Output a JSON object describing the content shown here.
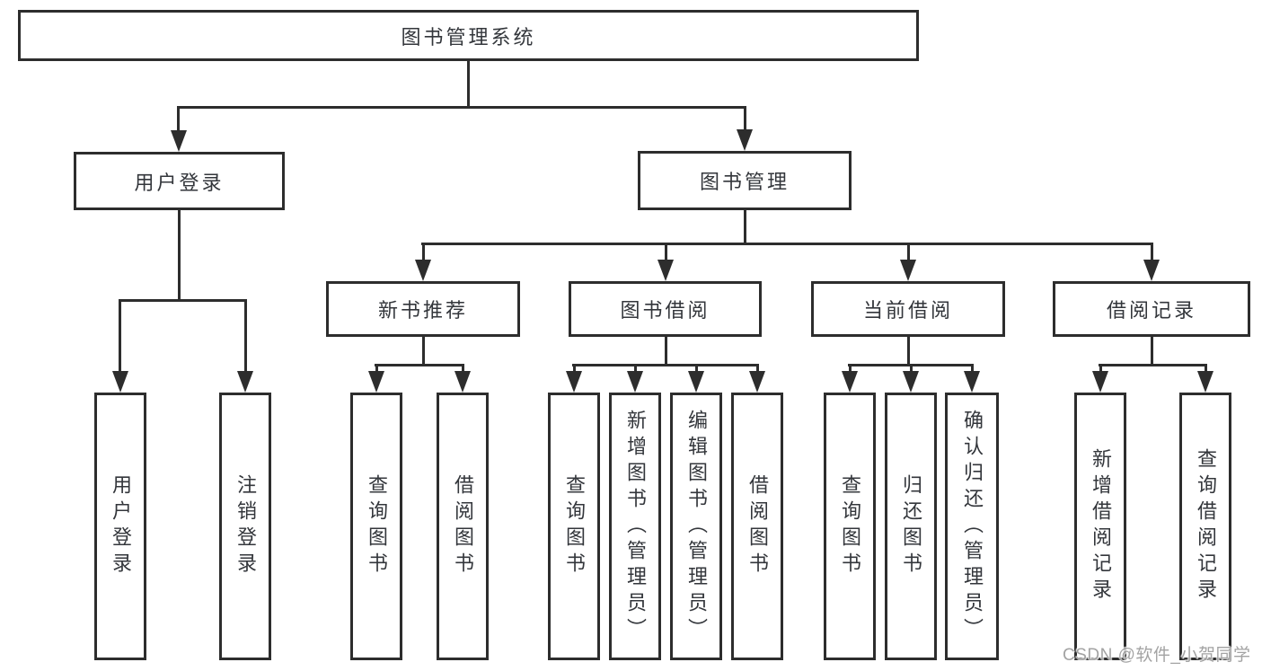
{
  "diagram": {
    "type": "tree-structure-chart",
    "colors": {
      "line": "#2d2d2d",
      "box_border": "#2d2d2d",
      "box_bg": "#ffffff",
      "text": "#33363b",
      "watermark": "#a3a3a3"
    },
    "watermark": "CSDN @软件_小贺同学",
    "nodes": {
      "root": {
        "label": "图书管理系统"
      },
      "user_login": {
        "label": "用户登录"
      },
      "book_mgmt": {
        "label": "图书管理"
      },
      "new_book_rec": {
        "label": "新书推荐"
      },
      "book_borrow": {
        "label": "图书借阅"
      },
      "current_borrow": {
        "label": "当前借阅"
      },
      "borrow_records": {
        "label": "借阅记录"
      },
      "login": {
        "label": "用户登录"
      },
      "logout": {
        "label": "注销登录"
      },
      "rec_query": {
        "label": "查询图书"
      },
      "rec_borrow": {
        "label": "借阅图书"
      },
      "bb_query": {
        "label": "查询图书"
      },
      "bb_add": {
        "label": "新增图书（管理员）"
      },
      "bb_edit": {
        "label": "编辑图书（管理员）"
      },
      "bb_borrow": {
        "label": "借阅图书"
      },
      "cb_query": {
        "label": "查询图书"
      },
      "cb_return": {
        "label": "归还图书"
      },
      "cb_confirm": {
        "label": "确认归还（管理员）"
      },
      "br_add": {
        "label": "新增借阅记录"
      },
      "br_query": {
        "label": "查询借阅记录"
      }
    },
    "hierarchy": {
      "图书管理系统": {
        "用户登录": [
          "用户登录",
          "注销登录"
        ],
        "图书管理": {
          "新书推荐": [
            "查询图书",
            "借阅图书"
          ],
          "图书借阅": [
            "查询图书",
            "新增图书（管理员）",
            "编辑图书（管理员）",
            "借阅图书"
          ],
          "当前借阅": [
            "查询图书",
            "归还图书",
            "确认归还（管理员）"
          ],
          "借阅记录": [
            "新增借阅记录",
            "查询借阅记录"
          ]
        }
      }
    }
  }
}
